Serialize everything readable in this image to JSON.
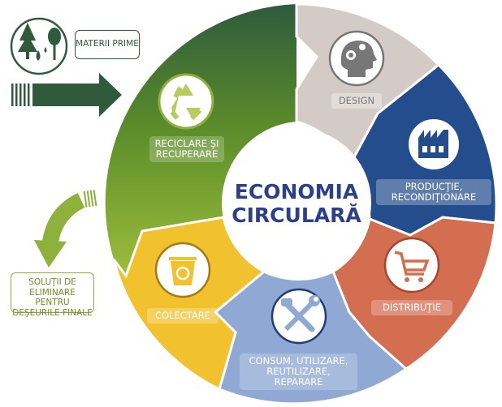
{
  "center": {
    "line1": "ECONOMIA",
    "line2": "CIRCULARĂ"
  },
  "inputs": {
    "label": "MATERII PRIME",
    "icon": "trees-water-icon"
  },
  "outputs": {
    "line1": "SOLUŢII DE",
    "line2": "ELIMINARE PENTRU",
    "line3": "DEŞEURILE FINALE"
  },
  "stages": [
    {
      "id": "design",
      "line1": "DESIGN",
      "icon": "head-gears-icon",
      "color": "#d5cbc6"
    },
    {
      "id": "productie",
      "line1": "PRODUCŢIE,",
      "line2": "RECONDIŢIONARE",
      "icon": "factory-icon",
      "color": "#234d8c"
    },
    {
      "id": "distributie",
      "line1": "DISTRIBUŢIE",
      "icon": "shopping-cart-icon",
      "color": "#d46e50"
    },
    {
      "id": "consum",
      "line1": "CONSUM, UTILIZARE,",
      "line2": "REUTILIZARE, REPARARE",
      "icon": "hammer-wrench-icon",
      "color": "#8fa9d4"
    },
    {
      "id": "colectare",
      "line1": "COLECTARE",
      "icon": "recycle-bin-icon",
      "color": "#f2c12e"
    },
    {
      "id": "reciclare",
      "line1": "RECICLARE ŞI",
      "line2": "RECUPERARE",
      "icon": "recycle-icon",
      "color": "#4b8a2e"
    }
  ],
  "colors": {
    "dark_green": "#2f5a3c",
    "light_green": "#8db13a",
    "title_blue": "#2b3f8c"
  }
}
